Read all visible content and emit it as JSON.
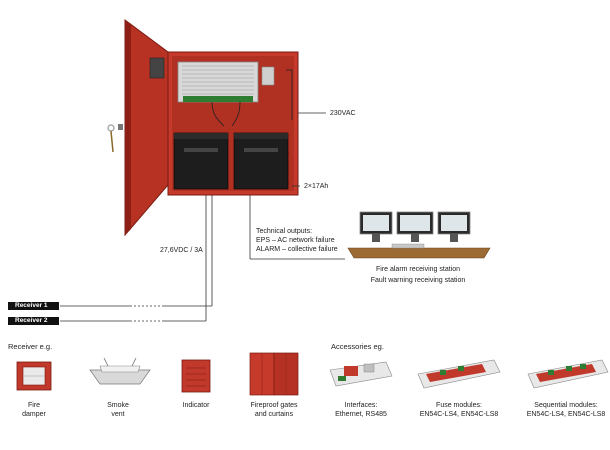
{
  "diagram": {
    "colors": {
      "cabinet": "#c0392b",
      "cabinet_dark": "#8e1f14",
      "line": "#333333",
      "receiver_bg": "#111111",
      "table": "#8b5a2b"
    },
    "labels": {
      "ac_input": "230VAC",
      "battery": "2×17Ah",
      "output_voltage": "27,6VDC / 3A",
      "tech_outputs_title": "Technical outputs:",
      "tech_output_eps": "EPS – AC network failure",
      "tech_output_alarm": "ALARM – collective failure",
      "station_line1": "Fire alarm receiving station",
      "station_line2": "Fault warning receiving station"
    },
    "receivers": [
      "Receiver 1",
      "Receiver 2"
    ],
    "receiver_section": {
      "title": "Receiver e.g.",
      "items": [
        {
          "line1": "Fire",
          "line2": "damper",
          "icon": "fire-damper-icon"
        },
        {
          "line1": "Smoke",
          "line2": "vent",
          "icon": "smoke-vent-icon"
        },
        {
          "line1": "Indicator",
          "line2": "",
          "icon": "indicator-icon"
        },
        {
          "line1": "Fireproof gates",
          "line2": "and curtains",
          "icon": "fire-gate-icon"
        }
      ]
    },
    "accessories_section": {
      "title": "Accessories eg.",
      "items": [
        {
          "line1": "Interfaces:",
          "line2": "Ethernet, RS485",
          "icon": "interface-module-icon"
        },
        {
          "line1": "Fuse modules:",
          "line2": "EN54C-LS4, EN54C-LS8",
          "icon": "fuse-module-icon"
        },
        {
          "line1": "Sequential modules:",
          "line2": "EN54C-LS4, EN54C-LS8",
          "icon": "sequential-module-icon"
        }
      ]
    }
  }
}
